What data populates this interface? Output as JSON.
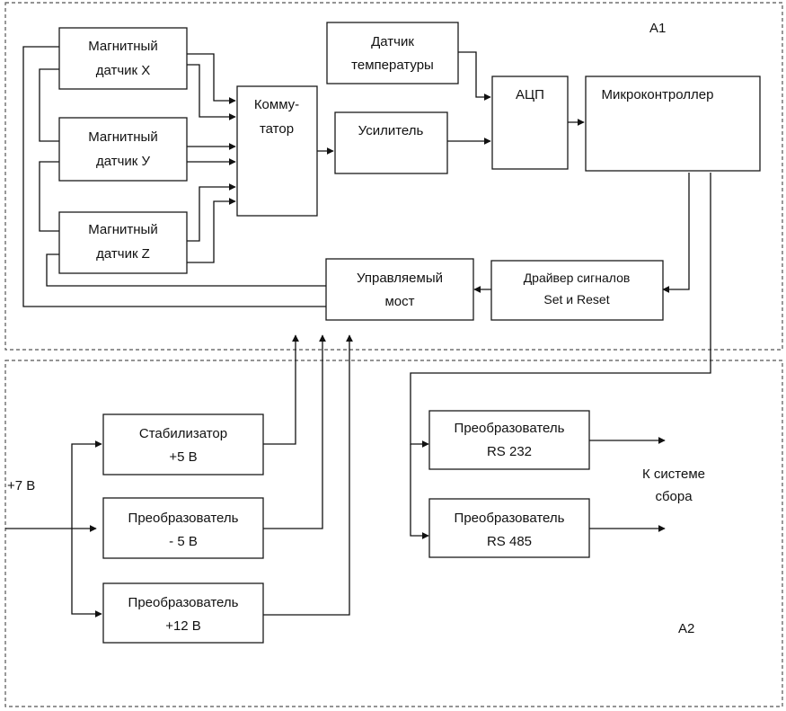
{
  "regions": {
    "a1": "А1",
    "a2": "А2"
  },
  "blocks": {
    "mag_x": [
      "Магнитный",
      "датчик X"
    ],
    "mag_y": [
      "Магнитный",
      "датчик У"
    ],
    "mag_z": [
      "Магнитный",
      "датчик Z"
    ],
    "switch": [
      "Комму-",
      "татор"
    ],
    "temp": [
      "Датчик",
      "температуры"
    ],
    "amp": [
      "Усилитель"
    ],
    "adc": [
      "АЦП"
    ],
    "mcu": [
      "Микроконтроллер"
    ],
    "bridge": [
      "Управляемый",
      "мост"
    ],
    "driver": [
      "Драйвер сигналов",
      "Set и Reset"
    ],
    "stab5": [
      "Стабилизатор",
      "+5 В"
    ],
    "conv_m5": [
      "Преобразователь",
      "- 5 В"
    ],
    "conv12": [
      "Преобразователь",
      "+12 В"
    ],
    "rs232": [
      "Преобразователь",
      "RS 232"
    ],
    "rs485": [
      "Преобразователь",
      "RS 485"
    ]
  },
  "labels": {
    "input": "+7 В",
    "output": [
      "К системе",
      "сбора"
    ]
  }
}
